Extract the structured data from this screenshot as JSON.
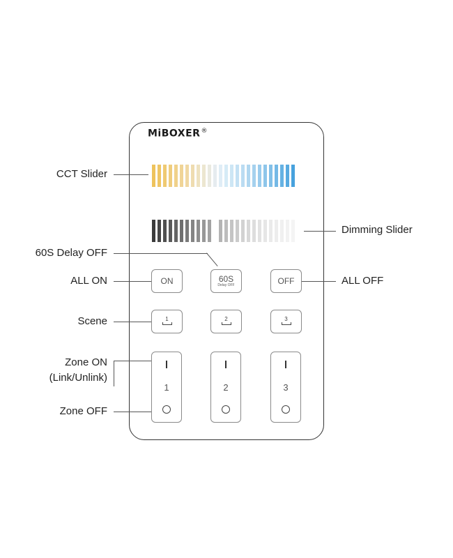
{
  "brand": {
    "name": "MiBOXER",
    "registered": "®"
  },
  "remote": {
    "cct_slider": {
      "colors": [
        "#eec35c",
        "#eec666",
        "#efca72",
        "#efcd7e",
        "#f0d18a",
        "#f0d496",
        "#f0d8a2",
        "#efdcb0",
        "#eee2c0",
        "#ece6d0",
        "#eaeae0",
        "#e6ecf0",
        "#dfedf6",
        "#d6ebf6",
        "#cde6f5",
        "#c4e1f4",
        "#badcf2",
        "#b0d7f0",
        "#a5d1ee",
        "#9acced",
        "#8ec6ea",
        "#82c0e8",
        "#74b9e6",
        "#66b2e3",
        "#57aae0",
        "#47a2dd"
      ]
    },
    "dimming_slider": {
      "colors": [
        "#3a3a3a",
        "#454545",
        "#505050",
        "#5a5a5a",
        "#656565",
        "#6f6f6f",
        "#7a7a7a",
        "#848484",
        "#8e8e8e",
        "#989898",
        "#a2a2a2",
        "#abababa",
        "#b4b4b4",
        "#bcbcbc",
        "#c4c4c4",
        "#cbcbcb",
        "#d2d2d2",
        "#d8d8d8",
        "#dddddd",
        "#e2e2e2",
        "#e6e6e6",
        "#eaeaea",
        "#ededed",
        "#f0f0f0",
        "#f2f2f2",
        "#f4f4f4"
      ]
    },
    "buttons": {
      "all_on": "ON",
      "delay": {
        "main": "60S",
        "sub": "Delay OFF"
      },
      "all_off": "OFF"
    },
    "scenes": [
      "1",
      "2",
      "3"
    ],
    "zones": [
      {
        "on_icon": "I",
        "number": "1",
        "off_icon": "O"
      },
      {
        "on_icon": "I",
        "number": "2",
        "off_icon": "O"
      },
      {
        "on_icon": "I",
        "number": "3",
        "off_icon": "O"
      }
    ]
  },
  "callouts": {
    "cct_slider": "CCT Slider",
    "dimming_slider": "Dimming Slider",
    "delay_off": "60S Delay OFF",
    "all_on": "ALL ON",
    "all_off": "ALL OFF",
    "scene": "Scene",
    "zone_on_line1": "Zone ON",
    "zone_on_line2": "(Link/Unlink)",
    "zone_off": "Zone OFF"
  }
}
